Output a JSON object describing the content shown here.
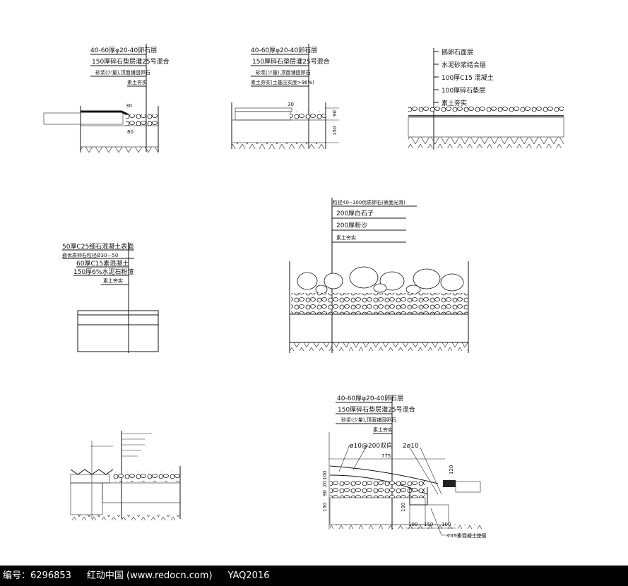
{
  "detail1": {
    "labels": [
      "40-60厚φ20-40卵石层",
      "150厚碎石垫层灌25号混合",
      "砂浆(少量),顶面铺固卵石",
      "素土夯实"
    ],
    "dims": [
      "30",
      "80"
    ]
  },
  "detail2": {
    "labels": [
      "40-60厚φ20-40卵石层",
      "150厚碎石垫层灌25号混合",
      "砂浆(少量),顶面铺固卵石",
      "素土夯实(土基压实度>96%)"
    ],
    "dims": [
      "30",
      "90",
      "150"
    ]
  },
  "detail3": {
    "labels": [
      "鹅卵石面层",
      "水泥砂浆结合层",
      "100厚C15 混凝土",
      "100厚碎石垫层",
      "素土夯实"
    ]
  },
  "detail4": {
    "labels": [
      "50厚C25细石混凝土表面",
      "嵌优质卵石粒径Ø30—50",
      "60厚C15素混凝土",
      "150厚6%水泥石粉渣",
      "素土夯实"
    ]
  },
  "detail5": {
    "labels": [
      "粒径40--100优质卵石(表面光滑)",
      "200厚白石子",
      "200厚粉沙",
      "素土夯实"
    ]
  },
  "detail7": {
    "labels": [
      "40-60厚φ20-40卵石层",
      "150厚碎石垫层灌25号混合",
      "砂浆(少量),顶面铺固卵石",
      "素土夯实"
    ],
    "rebar1": "ø10@200双向",
    "rebar2": "2ø10",
    "dims": [
      "775",
      "120",
      "100",
      "20",
      "90",
      "150",
      "100",
      "100",
      "150",
      "100"
    ],
    "concrete_label": "C15素混凝土垫层"
  },
  "footer": {
    "id": "编号：6296853",
    "site": "红动中国 (www.redocn.com)",
    "author": "YAQ2016"
  }
}
